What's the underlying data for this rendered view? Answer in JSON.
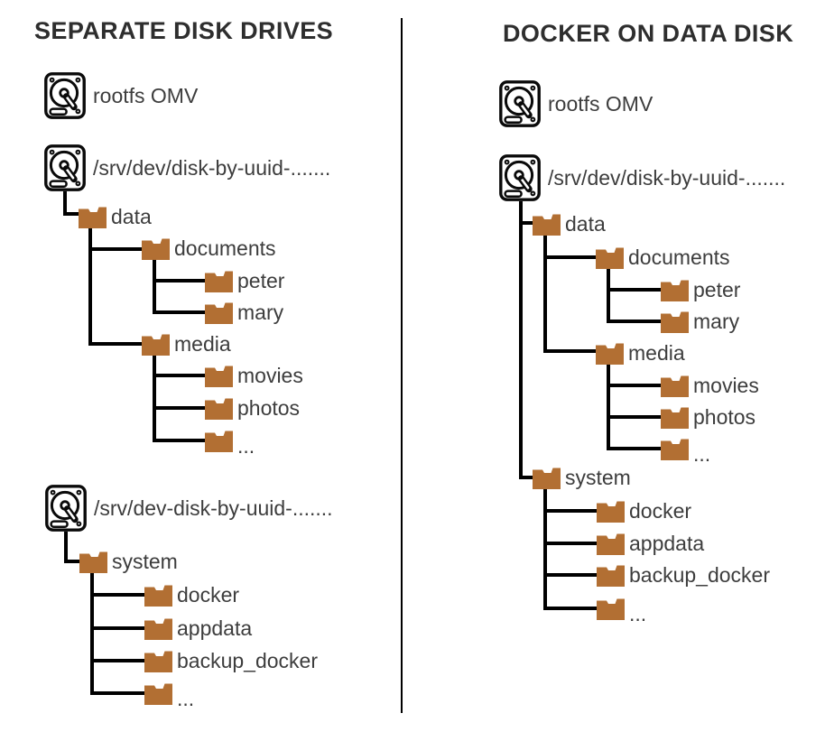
{
  "colors": {
    "folder_brown": "#b26f33",
    "line_black": "#000000",
    "text_gray": "#3d3d3d",
    "title_gray": "#2e2e2e"
  },
  "left_panel": {
    "title": "SEPARATE DISK DRIVES",
    "disks": {
      "rootfs": "rootfs OMV",
      "data_disk": "/srv/dev/disk-by-uuid-.......",
      "system_disk": "/srv/dev-disk-by-uuid-......."
    },
    "folders": {
      "data": "data",
      "documents": "documents",
      "peter": "peter",
      "mary": "mary",
      "media": "media",
      "movies": "movies",
      "photos": "photos",
      "media_more": "...",
      "system": "system",
      "docker": "docker",
      "appdata": "appdata",
      "backup_docker": "backup_docker",
      "system_more": "..."
    }
  },
  "right_panel": {
    "title": "DOCKER ON DATA DISK",
    "disks": {
      "rootfs": "rootfs OMV",
      "data_disk": "/srv/dev/disk-by-uuid-......."
    },
    "folders": {
      "data": "data",
      "documents": "documents",
      "peter": "peter",
      "mary": "mary",
      "media": "media",
      "movies": "movies",
      "photos": "photos",
      "media_more": "...",
      "system": "system",
      "docker": "docker",
      "appdata": "appdata",
      "backup_docker": "backup_docker",
      "system_more": "..."
    }
  }
}
